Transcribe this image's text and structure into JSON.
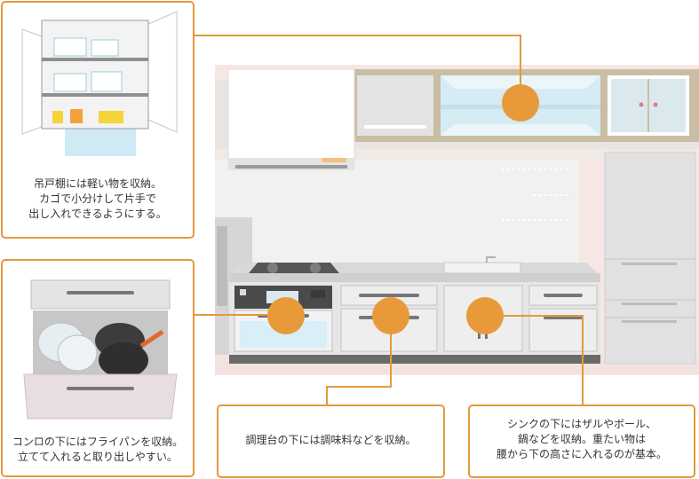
{
  "colors": {
    "accent": "#e39a3b",
    "marker": "#e89a3a",
    "cabinet_frame": "#c9bea3",
    "counter": "#d4d4d4",
    "wall": "#f0efed"
  },
  "callouts": {
    "wall_cabinet": {
      "lines": [
        "吊戸棚には軽い物を収納。",
        "カゴで小分けして片手で",
        "出し入れできるようにする。"
      ]
    },
    "stove_drawer": {
      "lines": [
        "コンロの下にはフライパンを収納。",
        "立てて入れると取り出しやすい。"
      ]
    },
    "prep_counter": {
      "lines": [
        "調理台の下には調味料などを収納。"
      ]
    },
    "sink": {
      "lines": [
        "シンクの下にはザルやボール、",
        "鍋などを収納。重たい物は",
        "腰から下の高さに入れるのが基本。"
      ]
    }
  }
}
